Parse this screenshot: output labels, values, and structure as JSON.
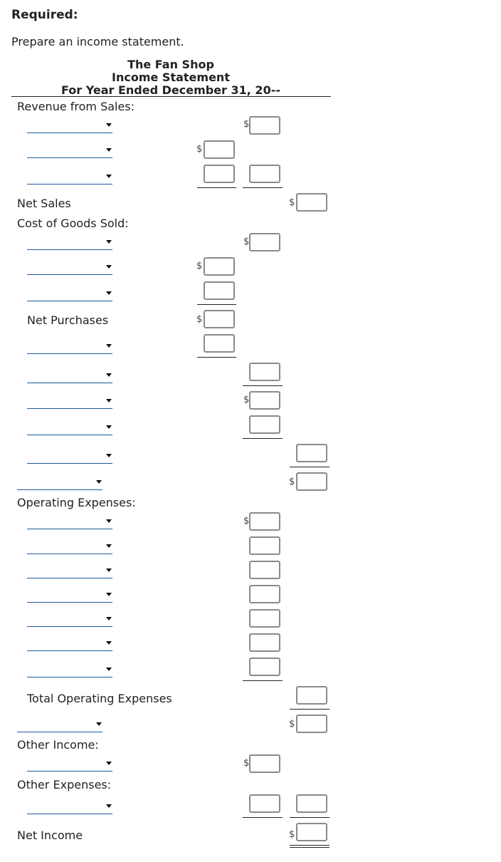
{
  "required": "Required:",
  "instruction": "Prepare an income statement.",
  "header": {
    "company": "The Fan Shop",
    "statement": "Income Statement",
    "period": "For Year Ended December 31, 20--"
  },
  "labels": {
    "revenue": "Revenue from Sales:",
    "net_sales": "Net Sales",
    "cogs": "Cost of Goods Sold:",
    "net_purchases": "Net Purchases",
    "operating_expenses": "Operating Expenses:",
    "total_operating_expenses": "Total Operating Expenses",
    "other_income": "Other Income:",
    "other_expenses": "Other Expenses:",
    "net_income": "Net Income"
  },
  "symbols": {
    "dollar": "$"
  }
}
